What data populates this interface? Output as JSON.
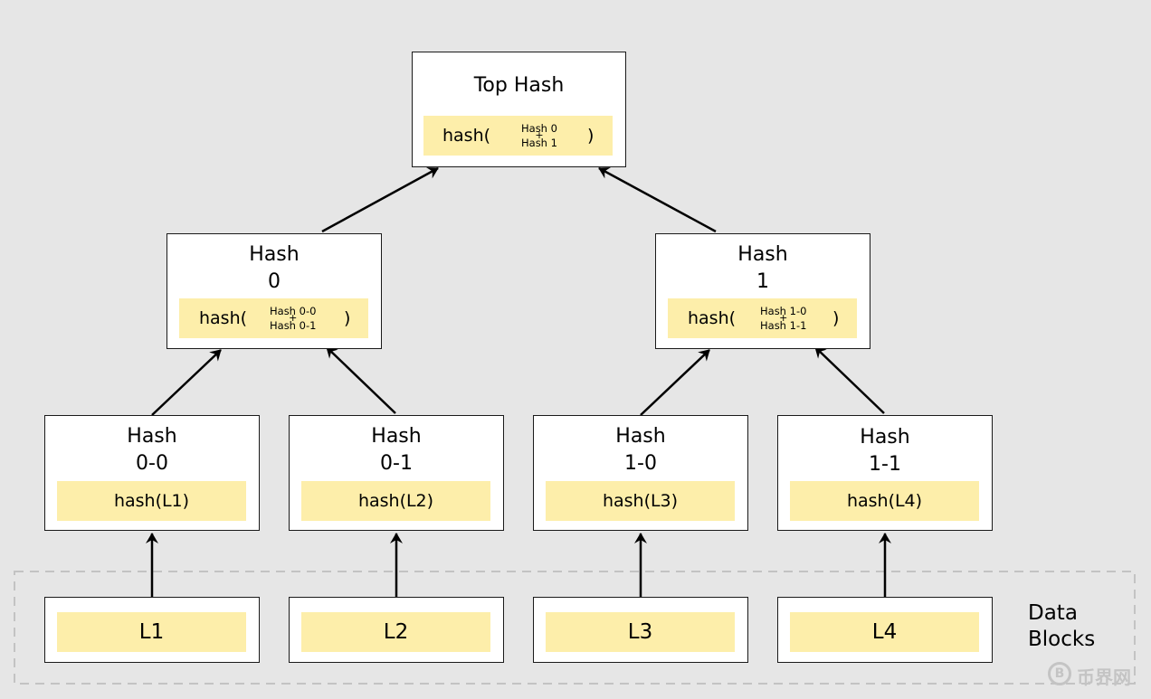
{
  "top": {
    "title": "Top Hash",
    "fn": "hash(",
    "line1": "Hash 0",
    "plus": "+",
    "line2": "Hash 1",
    "close": ")"
  },
  "mid": [
    {
      "title1": "Hash",
      "title2": "0",
      "fn": "hash(",
      "line1": "Hash 0-0",
      "plus": "+",
      "line2": "Hash 0-1",
      "close": ")"
    },
    {
      "title1": "Hash",
      "title2": "1",
      "fn": "hash(",
      "line1": "Hash 1-0",
      "plus": "+",
      "line2": "Hash 1-1",
      "close": ")"
    }
  ],
  "hashes": [
    {
      "title1": "Hash",
      "title2": "0-0",
      "fn": "hash(L1)"
    },
    {
      "title1": "Hash",
      "title2": "0-1",
      "fn": "hash(L2)"
    },
    {
      "title1": "Hash",
      "title2": "1-0",
      "fn": "hash(L3)"
    },
    {
      "title1": "Hash",
      "title2": "1-1",
      "fn": "hash(L4)"
    }
  ],
  "leaves": [
    "L1",
    "L2",
    "L3",
    "L4"
  ],
  "data_blocks_label": {
    "line1": "Data",
    "line2": "Blocks"
  },
  "watermark": {
    "coin": "B",
    "text": "币界网"
  },
  "colors": {
    "background": "#e6e6e6",
    "highlight": "#fdeeaa",
    "border": "#1a1a1a"
  }
}
